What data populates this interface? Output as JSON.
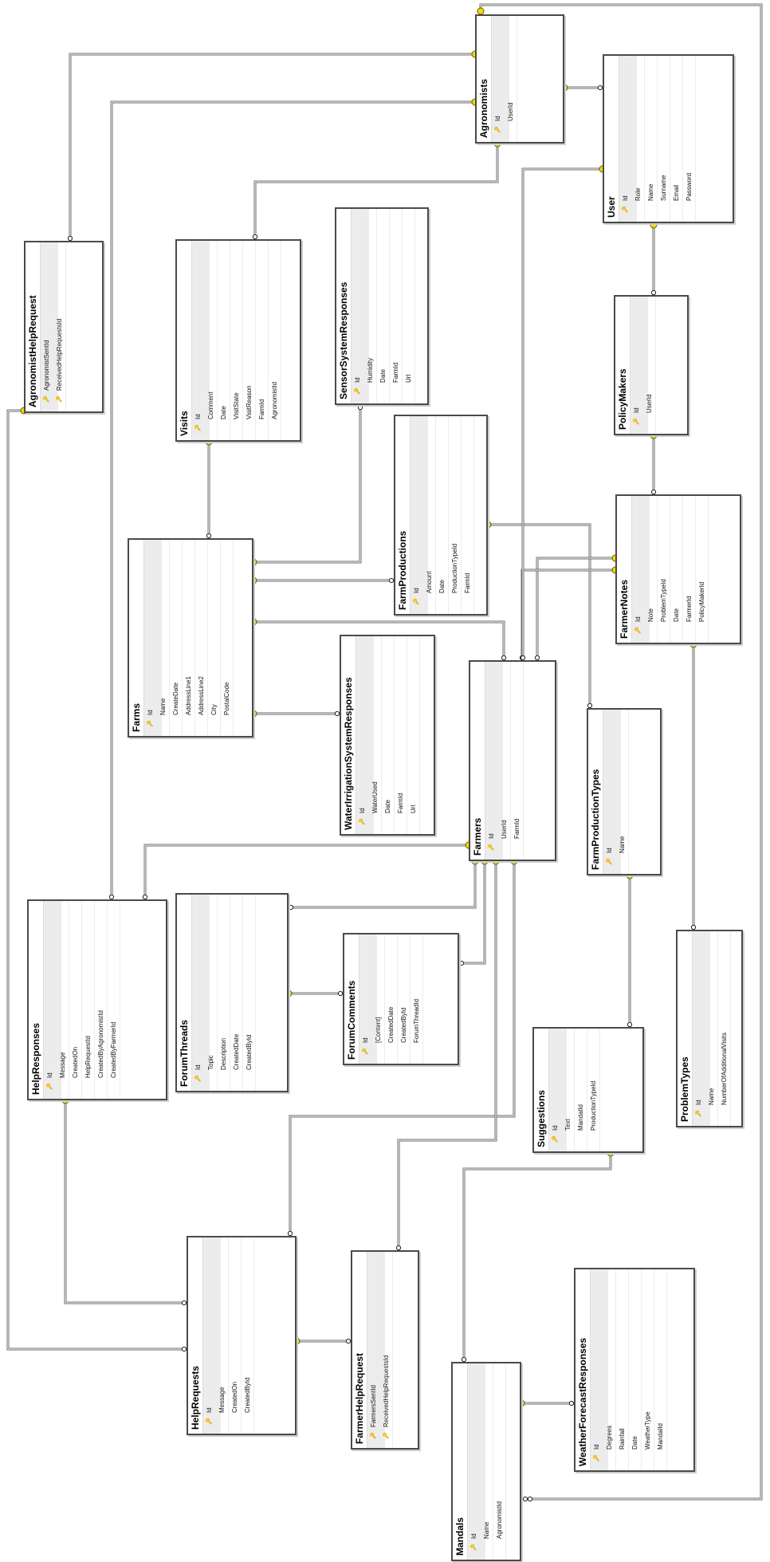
{
  "tables": [
    {
      "key": "agronomists",
      "title": "Agronomists",
      "columns": [
        {
          "name": "Id",
          "pk": true
        },
        {
          "name": "UserId",
          "pk": false
        }
      ]
    },
    {
      "key": "user",
      "title": "User",
      "columns": [
        {
          "name": "Id",
          "pk": true
        },
        {
          "name": "Role",
          "pk": false
        },
        {
          "name": "Name",
          "pk": false
        },
        {
          "name": "Surname",
          "pk": false
        },
        {
          "name": "Email",
          "pk": false
        },
        {
          "name": "Password",
          "pk": false
        }
      ]
    },
    {
      "key": "agronomist_help_request",
      "title": "AgronomistHelpRequest",
      "columns": [
        {
          "name": "AgronomistSentId",
          "pk": true
        },
        {
          "name": "ReceivedHelpRequestsId",
          "pk": true
        }
      ]
    },
    {
      "key": "visits",
      "title": "Visits",
      "columns": [
        {
          "name": "Id",
          "pk": true
        },
        {
          "name": "Comment",
          "pk": false
        },
        {
          "name": "Date",
          "pk": false
        },
        {
          "name": "VisitState",
          "pk": false
        },
        {
          "name": "VisitReason",
          "pk": false
        },
        {
          "name": "FarmId",
          "pk": false
        },
        {
          "name": "AgronomistId",
          "pk": false
        }
      ]
    },
    {
      "key": "sensor_system_responses",
      "title": "SensorSystemResponses",
      "columns": [
        {
          "name": "Id",
          "pk": true
        },
        {
          "name": "Humidity",
          "pk": false
        },
        {
          "name": "Date",
          "pk": false
        },
        {
          "name": "FarmId",
          "pk": false
        },
        {
          "name": "Url",
          "pk": false
        }
      ]
    },
    {
      "key": "policy_makers",
      "title": "PolicyMakers",
      "columns": [
        {
          "name": "Id",
          "pk": true
        },
        {
          "name": "UserId",
          "pk": false
        }
      ]
    },
    {
      "key": "farm_productions",
      "title": "FarmProductions",
      "columns": [
        {
          "name": "Id",
          "pk": true
        },
        {
          "name": "Amount",
          "pk": false
        },
        {
          "name": "Date",
          "pk": false
        },
        {
          "name": "ProductionTypeId",
          "pk": false
        },
        {
          "name": "FarmId",
          "pk": false
        }
      ]
    },
    {
      "key": "farmer_notes",
      "title": "FarmerNotes",
      "columns": [
        {
          "name": "Id",
          "pk": true
        },
        {
          "name": "Note",
          "pk": false
        },
        {
          "name": "ProblemTypeId",
          "pk": false
        },
        {
          "name": "Date",
          "pk": false
        },
        {
          "name": "FarmerId",
          "pk": false
        },
        {
          "name": "PolicyMakerId",
          "pk": false
        }
      ]
    },
    {
      "key": "farms",
      "title": "Farms",
      "columns": [
        {
          "name": "Id",
          "pk": true
        },
        {
          "name": "Name",
          "pk": false
        },
        {
          "name": "CreateDate",
          "pk": false
        },
        {
          "name": "AddressLine1",
          "pk": false
        },
        {
          "name": "AddressLine2",
          "pk": false
        },
        {
          "name": "City",
          "pk": false
        },
        {
          "name": "PostalCode",
          "pk": false
        }
      ]
    },
    {
      "key": "water_irrigation",
      "title": "WaterIrrigationSystemResponses",
      "columns": [
        {
          "name": "Id",
          "pk": true
        },
        {
          "name": "WaterUsed",
          "pk": false
        },
        {
          "name": "Date",
          "pk": false
        },
        {
          "name": "FarmId",
          "pk": false
        },
        {
          "name": "Url",
          "pk": false
        }
      ]
    },
    {
      "key": "farmers",
      "title": "Farmers",
      "columns": [
        {
          "name": "Id",
          "pk": true
        },
        {
          "name": "UserId",
          "pk": false
        },
        {
          "name": "FarmId",
          "pk": false
        }
      ]
    },
    {
      "key": "farm_production_types",
      "title": "FarmProductionTypes",
      "columns": [
        {
          "name": "Id",
          "pk": true
        },
        {
          "name": "Name",
          "pk": false
        }
      ]
    },
    {
      "key": "problem_types",
      "title": "ProblemTypes",
      "columns": [
        {
          "name": "Id",
          "pk": true
        },
        {
          "name": "Name",
          "pk": false
        },
        {
          "name": "NumberOfAdditionalVisits",
          "pk": false
        }
      ]
    },
    {
      "key": "help_responses",
      "title": "HelpResponses",
      "columns": [
        {
          "name": "Id",
          "pk": true
        },
        {
          "name": "Message",
          "pk": false
        },
        {
          "name": "CreatedOn",
          "pk": false
        },
        {
          "name": "HelpRequestId",
          "pk": false
        },
        {
          "name": "CreatedByAgronomistId",
          "pk": false
        },
        {
          "name": "CreatedByFarmerId",
          "pk": false
        }
      ]
    },
    {
      "key": "forum_threads",
      "title": "ForumThreads",
      "columns": [
        {
          "name": "Id",
          "pk": true
        },
        {
          "name": "Topic",
          "pk": false
        },
        {
          "name": "Description",
          "pk": false
        },
        {
          "name": "CreatedDate",
          "pk": false
        },
        {
          "name": "CreatedById",
          "pk": false
        }
      ]
    },
    {
      "key": "forum_comments",
      "title": "ForumComments",
      "columns": [
        {
          "name": "Id",
          "pk": true
        },
        {
          "name": "[Content]",
          "pk": false
        },
        {
          "name": "CreatedDate",
          "pk": false
        },
        {
          "name": "CreatedById",
          "pk": false
        },
        {
          "name": "ForumThreadId",
          "pk": false
        }
      ]
    },
    {
      "key": "suggestions",
      "title": "Suggestions",
      "columns": [
        {
          "name": "Id",
          "pk": true
        },
        {
          "name": "Text",
          "pk": false
        },
        {
          "name": "MandalId",
          "pk": false
        },
        {
          "name": "ProductionTypeId",
          "pk": false
        }
      ]
    },
    {
      "key": "help_requests",
      "title": "HelpRequests",
      "columns": [
        {
          "name": "Id",
          "pk": true
        },
        {
          "name": "Message",
          "pk": false
        },
        {
          "name": "CreatedOn",
          "pk": false
        },
        {
          "name": "CreatedById",
          "pk": false
        }
      ]
    },
    {
      "key": "farmer_help_request",
      "title": "FarmerHelpRequest",
      "columns": [
        {
          "name": "FarmersSentId",
          "pk": true
        },
        {
          "name": "ReceivedHelpRequestsId",
          "pk": true
        }
      ]
    },
    {
      "key": "weather_forecast",
      "title": "WeatherForecastResponses",
      "columns": [
        {
          "name": "Id",
          "pk": true
        },
        {
          "name": "Degrees",
          "pk": false
        },
        {
          "name": "Rainfall",
          "pk": false
        },
        {
          "name": "Date",
          "pk": false
        },
        {
          "name": "WeatherType",
          "pk": false
        },
        {
          "name": "MandalId",
          "pk": false
        }
      ]
    },
    {
      "key": "mandals",
      "title": "Mandals",
      "columns": [
        {
          "name": "Id",
          "pk": true
        },
        {
          "name": "Name",
          "pk": false
        },
        {
          "name": "AgronomistId",
          "pk": false
        }
      ]
    }
  ],
  "key_icon": "primary-key-icon",
  "colors": {
    "line": "#6e6e6e",
    "key_end": "#f2dc00",
    "border": "#4a4a4a",
    "header": "#ececec"
  }
}
